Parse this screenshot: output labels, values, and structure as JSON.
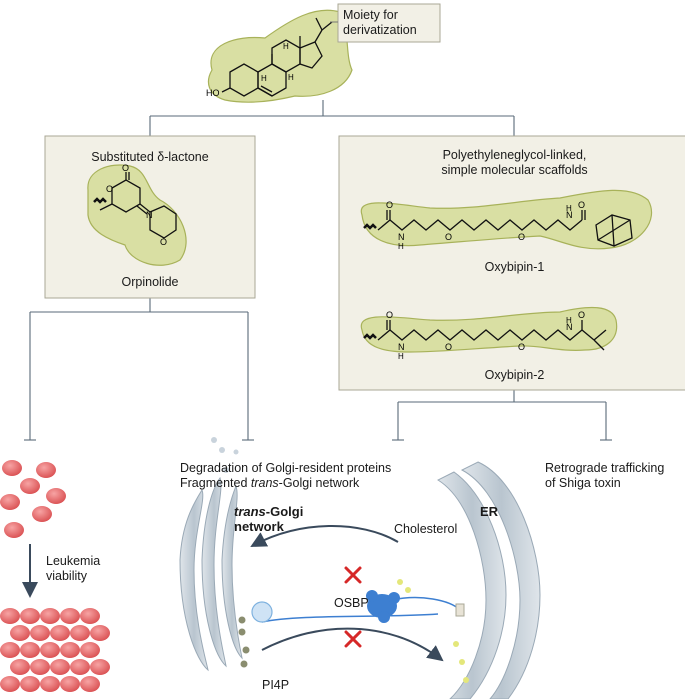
{
  "steroid": {
    "moiety_line1": "Moiety for",
    "moiety_line2": "derivatization",
    "ho": "HO",
    "h1": "H",
    "h2": "H",
    "h3": "H"
  },
  "lactone_box": {
    "title": "Substituted δ-lactone",
    "compound": "Orpinolide",
    "atoms": {
      "o1": "O",
      "o2": "O",
      "n": "N",
      "o3": "O"
    }
  },
  "peg_box": {
    "title_line1": "Polyethyleneglycol-linked,",
    "title_line2": "simple molecular scaffolds",
    "compound1": "Oxybipin-1",
    "compound2": "Oxybipin-2",
    "atoms": {
      "o": "O",
      "n": "N",
      "h": "H"
    }
  },
  "outcomes": {
    "golgi_line1": "Degradation of Golgi-resident proteins",
    "golgi_line2_prefix": "Fragmented ",
    "golgi_line2_italic": "trans",
    "golgi_line2_suffix": "-Golgi network",
    "shiga_line1": "Retrograde trafficking",
    "shiga_line2": "of Shiga toxin",
    "leukemia_line1": "Leukemia",
    "leukemia_line2": "viability"
  },
  "cell": {
    "tgn_italic": "trans",
    "tgn_suffix": "-Golgi",
    "tgn_line2": "network",
    "er": "ER",
    "cholesterol": "Cholesterol",
    "osbp": "OSBP",
    "pi4p": "PI4P"
  },
  "colors": {
    "highlight": "#d9dfa3",
    "highlight_border": "#a8b25a",
    "box_fill": "#f2f0e6",
    "connector": "#5a6a78",
    "arrow": "#3a4a5c",
    "cross": "#d62828",
    "cells": "#e56b6b",
    "membrane": "#b4c1cc",
    "osbp": "#3d7fd1"
  }
}
